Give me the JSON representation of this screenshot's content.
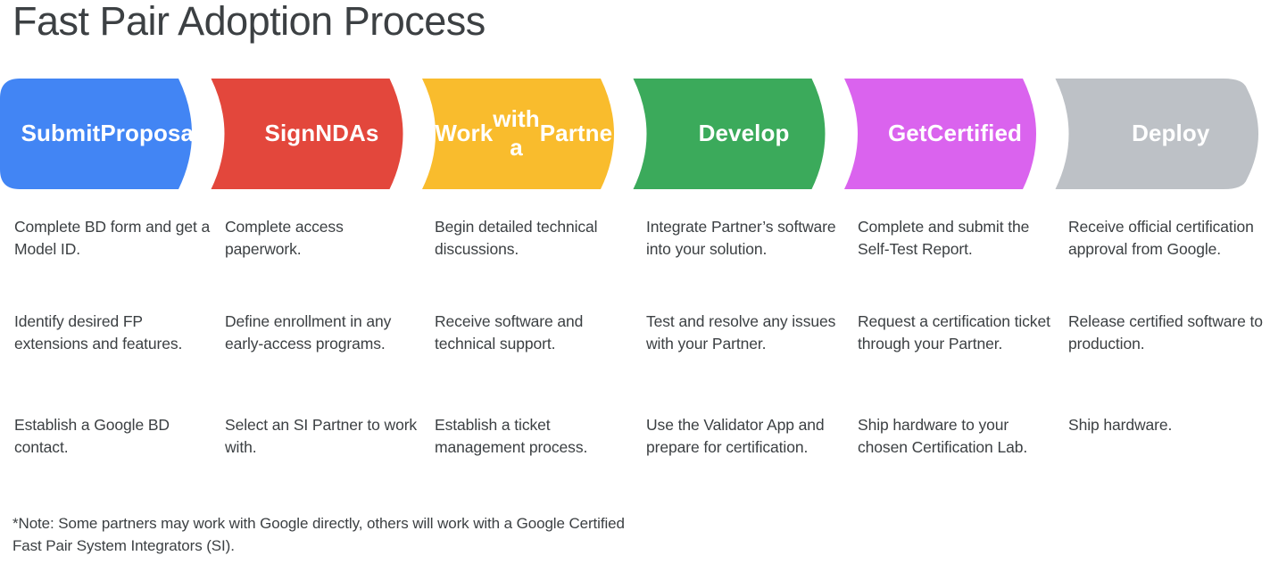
{
  "page_title": "Fast Pair Adoption Process",
  "banner": {
    "stages": [
      {
        "label": "Submit\nProposal",
        "color": "#4285F4",
        "name": "submit-proposal"
      },
      {
        "label": "Sign\nNDAs",
        "color": "#E3473C",
        "name": "sign-ndas"
      },
      {
        "label": "Work\nwith a\nPartner*",
        "color": "#F9BC2D",
        "name": "work-with-a-partner"
      },
      {
        "label": "Develop",
        "color": "#3BAA5B",
        "name": "develop"
      },
      {
        "label": "Get\nCertified",
        "color": "#DA63EE",
        "name": "get-certified"
      },
      {
        "label": "Deploy",
        "color": "#BDC1C6",
        "name": "deploy"
      }
    ]
  },
  "columns": [
    {
      "stage": "Submit Proposal",
      "bullets": [
        "Complete BD form and get a Model ID.",
        "Identify desired FP extensions and features.",
        "Establish a Google BD contact."
      ]
    },
    {
      "stage": "Sign NDAs",
      "bullets": [
        "Complete access paperwork.",
        "Define enrollment in any early-access programs.",
        "Select an SI Partner to work with."
      ]
    },
    {
      "stage": "Work with a Partner*",
      "bullets": [
        "Begin detailed technical discussions.",
        "Receive software and technical support.",
        "Establish a ticket management process."
      ]
    },
    {
      "stage": "Develop",
      "bullets": [
        "Integrate Partner’s software into your solution.",
        "Test and resolve any issues with your Partner.",
        "Use the Validator App and prepare for certification."
      ]
    },
    {
      "stage": "Get Certified",
      "bullets": [
        "Complete and submit the Self-Test Report.",
        "Request a certification ticket through your Partner.",
        "Ship hardware to your chosen Certification Lab."
      ]
    },
    {
      "stage": "Deploy",
      "bullets": [
        "Receive official certification approval from Google.",
        "Release certified software to production.",
        "Ship hardware."
      ]
    }
  ],
  "footnote": "*Note: Some partners may work with Google directly, others will work with a Google Certified Fast Pair System Integrators (SI)."
}
